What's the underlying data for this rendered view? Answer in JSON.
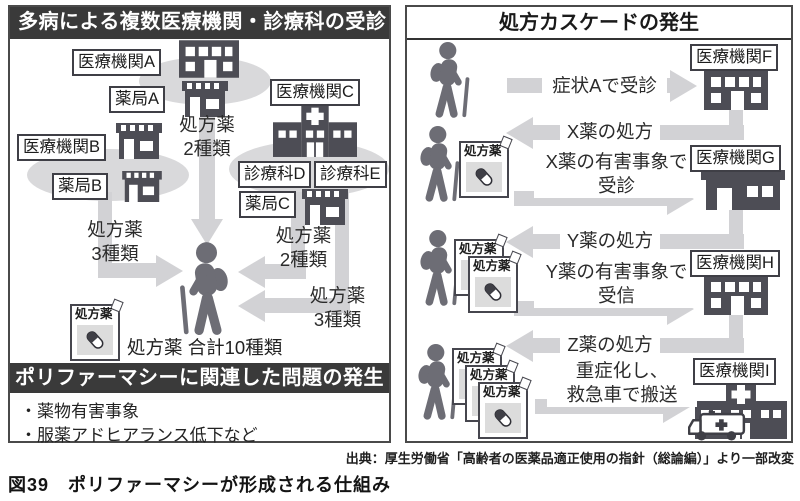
{
  "left_panel": {
    "title": "多病による複数医療機関・診療科の受診",
    "labels": {
      "facility_a": "医療機関A",
      "pharmacy_a": "薬局A",
      "facility_b": "医療機関B",
      "pharmacy_b": "薬局B",
      "facility_c": "医療機関C",
      "dept_d": "診療科D",
      "dept_e": "診療科E",
      "pharmacy_c": "薬局C"
    },
    "flows": {
      "from_a": {
        "line1": "処方薬",
        "line2": "2種類"
      },
      "from_b": {
        "line1": "処方薬",
        "line2": "3種類"
      },
      "from_c1": {
        "line1": "処方薬",
        "line2": "2種類"
      },
      "from_c2": {
        "line1": "処方薬",
        "line2": "3種類"
      }
    },
    "rx_box_label": "処方薬",
    "total_text": "処方薬 合計10種類",
    "problem_title": "ポリファーマシーに関連した問題の発生",
    "problems": [
      "・薬物有害事象",
      "・服薬アドヒアランス低下など"
    ]
  },
  "right_panel": {
    "title": "処方カスケードの発生",
    "rx_box_label": "処方薬",
    "steps": [
      {
        "facility": "医療機関F",
        "go_line1": "症状Aで受診",
        "back_text": "X薬の処方"
      },
      {
        "facility": "医療機関G",
        "go_line1": "X薬の有害事象で",
        "go_line2": "受診",
        "back_text": "Y薬の処方"
      },
      {
        "facility": "医療機関H",
        "go_line1": "Y薬の有害事象で",
        "go_line2": "受信",
        "back_text": "Z薬の処方"
      },
      {
        "facility": "医療機関I",
        "go_line1": "重症化し、",
        "go_line2": "救急車で搬送"
      }
    ]
  },
  "footer": {
    "source": "出典：厚生労働省「高齢者の医薬品適正使用の指針（総論編）」より一部改変",
    "caption": "図39　ポリファーマシーが形成される仕組み"
  },
  "colors": {
    "dark_bar": "#3a3a3a",
    "icon_dark": "#4d4d55",
    "person_gray": "#6d6d75",
    "arrow_gray": "#d2d2d5",
    "ellipse_gray": "#d9d9db",
    "box_inner_gray": "#dcdcdc"
  }
}
